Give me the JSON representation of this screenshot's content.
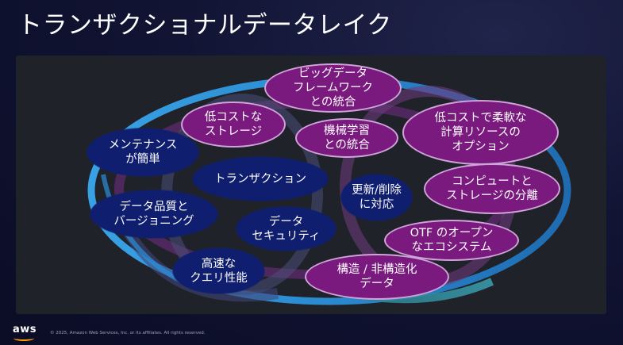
{
  "slide": {
    "title": "トランザクショナルデータレイク",
    "copyright": "© 2025, Amazon Web Services, Inc. or its affiliates. All rights reserved.",
    "logo_text": "aws"
  },
  "bubbles": {
    "big_data": "ビッグデータ\nフレームワーク\nとの統合",
    "low_cost_storage": "低コストな\nストレージ",
    "ml_integration": "機械学習\nとの統合",
    "flexible_compute": "低コストで柔軟な\n計算リソースの\nオプション",
    "easy_maintenance": "メンテナンス\nが簡単",
    "transaction": "トランザクション",
    "update_delete": "更新/削除\nに対応",
    "compute_storage_separation": "コンピュートと\nストレージの分離",
    "quality_versioning": "データ品質と\nバージョニング",
    "data_security": "データ\nセキュリティ",
    "otf_ecosystem": "OTF のオープン\nなエコシステム",
    "fast_query": "高速な\nクエリ性能",
    "structured_unstructured": "構造 / 非構造化\nデータ"
  },
  "colors": {
    "blue_bubble": "#0f1e6e",
    "purple_bubble": "#7a1a7e",
    "ring_blue": "#2aa0e6",
    "ring_purple": "#7b3a8a",
    "ring_teal": "#2e8a9a"
  }
}
